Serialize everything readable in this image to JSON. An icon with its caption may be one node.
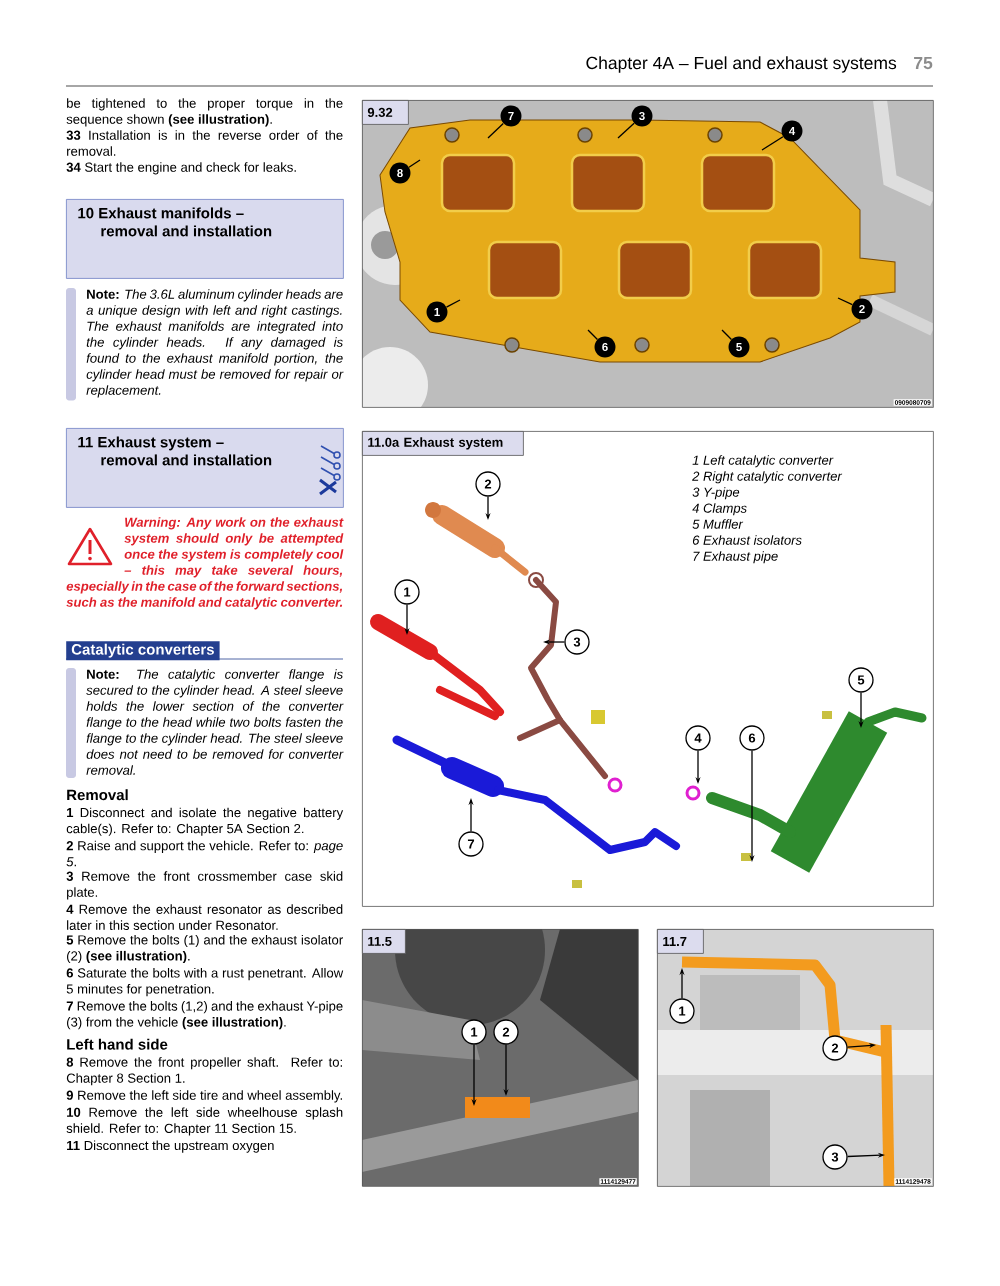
{
  "diagram": {
    "title": "Chapter 4A – Fuel and exhaust systems",
    "nodes": [
      {
        "text": [
          "10 Exhaust manifolds – removal and installation"
        ]
      },
      {
        "text": [
          "11 Exhaust system – removal and installation"
        ]
      },
      {
        "text": [
          "Catalytic converters"
        ]
      },
      {
        "text": [
          "9.32",
          "0909080709"
        ]
      },
      {
        "text": [
          "7"
        ],
        "in": 3
      },
      {
        "text": [
          "3"
        ],
        "in": 3
      },
      {
        "text": [
          "4"
        ],
        "in": 3
      },
      {
        "text": [
          "8"
        ],
        "in": 3
      },
      {
        "text": [
          "2"
        ],
        "in": 3
      },
      {
        "text": [
          "1"
        ],
        "in": 3
      },
      {
        "text": [
          "6"
        ],
        "in": 3
      },
      {
        "text": [
          "5"
        ],
        "in": 3
      },
      {
        "text": [
          "11.0a Exhaust system",
          "1 Left catalytic converter",
          "2 Right catalytic converter",
          "3 Y-pipe",
          "4 Clamps",
          "5 Muffler",
          "6 Exhaust isolators",
          "7 Exhaust pipe"
        ]
      },
      {
        "text": [
          "2"
        ],
        "in": 12
      },
      {
        "text": [
          "1"
        ],
        "in": 12
      },
      {
        "text": [
          "3"
        ],
        "in": 12
      },
      {
        "text": [
          "5"
        ],
        "in": 12
      },
      {
        "text": [
          "4"
        ],
        "in": 12
      },
      {
        "text": [
          "6"
        ],
        "in": 12
      },
      {
        "text": [
          "7"
        ],
        "in": 12
      },
      {
        "text": [
          "11.5",
          "1114129477"
        ]
      },
      {
        "text": [
          "1"
        ],
        "in": 20
      },
      {
        "text": [
          "2"
        ],
        "in": 20
      },
      {
        "text": [
          "11.7",
          "1114129478"
        ]
      },
      {
        "text": [
          "1"
        ],
        "in": 23
      },
      {
        "text": [
          "2"
        ],
        "in": 23
      },
      {
        "text": [
          "3"
        ],
        "in": 23
      }
    ],
    "edges": [
      {
        "from": 4,
        "to": null,
        "arrow": "none"
      },
      {
        "from": 5,
        "to": null,
        "arrow": "none"
      },
      {
        "from": 6,
        "to": null,
        "arrow": "none"
      },
      {
        "from": 7,
        "to": null,
        "arrow": "none"
      },
      {
        "from": 8,
        "to": null,
        "arrow": "none"
      },
      {
        "from": 9,
        "to": null,
        "arrow": "none"
      },
      {
        "from": 10,
        "to": null,
        "arrow": "none"
      },
      {
        "from": 11,
        "to": null,
        "arrow": "none"
      },
      {
        "from": 13,
        "to": null,
        "arrow": "to"
      },
      {
        "from": 14,
        "to": null,
        "arrow": "to"
      },
      {
        "from": 15,
        "to": null,
        "arrow": "to"
      },
      {
        "from": 16,
        "to": null,
        "arrow": "to"
      },
      {
        "from": 17,
        "to": null,
        "arrow": "to"
      },
      {
        "from": 18,
        "to": null,
        "arrow": "to"
      },
      {
        "from": 19,
        "to": null,
        "arrow": "to"
      },
      {
        "from": 21,
        "to": null,
        "arrow": "to"
      },
      {
        "from": 22,
        "to": null,
        "arrow": "to"
      },
      {
        "from": 24,
        "to": null,
        "arrow": "to"
      },
      {
        "from": 25,
        "to": null,
        "arrow": "to"
      },
      {
        "from": 26,
        "to": null,
        "arrow": "to"
      }
    ],
    "labels": [
      "75",
      "be tightened to the proper torque in the sequence shown **(see illustration)**.",
      "**33** Installation is in the reverse order of the removal.",
      "**34** Start the engine and check for leaks.",
      "**Note:** *The 3.6L aluminum cylinder heads are a unique design with left and right castings. The exhaust manifolds are integrated into the cylinder heads. If any damaged is found to the exhaust manifold portion, the cylinder head must be removed for repair or replacement.*",
      "Warning: Any work on the exhaust system should only be attempted once the system is completely cool – this may take several hours, especially in the case of the forward sections, such as the manifold and catalytic converter.",
      "**Note:** *The catalytic converter flange is secured to the cylinder head. A steel sleeve holds the lower section of the converter flange to the head while two bolts fasten the flange to the cylinder head. The steel sleeve does not need to be removed for converter removal.*",
      "Removal",
      "**1** Disconnect and isolate the negative battery cable(s). Refer to: Chapter 5A Section 2.",
      "**2** Raise and support the vehicle. Refer to: *page 5*.",
      "**3** Remove the front crossmember case skid plate.",
      "**4** Remove the exhaust resonator as described later in this section under Resonator.",
      "**5** Remove the bolts (1) and the exhaust isolator (2) **(see illustration)**.",
      "**6** Saturate the bolts with a rust penetrant. Allow 5 minutes for penetration.",
      "**7** Remove the bolts (1,2) and the exhaust Y-pipe (3) from the vehicle **(see illustration)**.",
      "Left hand side",
      "**8** Remove the front propeller shaft. Refer to: Chapter 8 Section 1.",
      "**9** Remove the left side tire and wheel assembly.",
      "**10** Remove the left side wheelhouse splash shield. Refer to: Chapter 11 Section 15.",
      "**11** Disconnect the upstream oxygen"
    ]
  }
}
